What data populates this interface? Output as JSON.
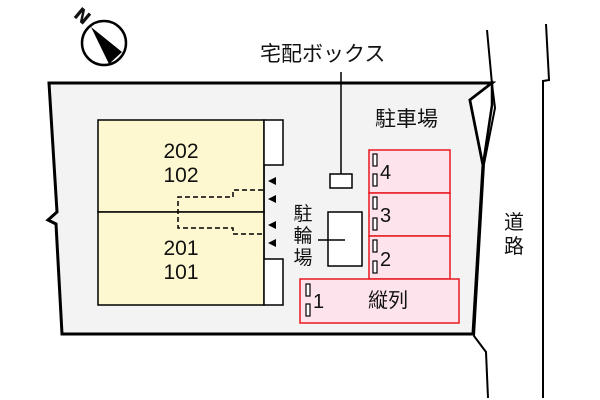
{
  "compass": {
    "label": "N",
    "icon": "north-arrow-icon"
  },
  "labels": {
    "delivery_box": "宅配ボックス",
    "parking": "駐車場",
    "bicycle_parking": [
      "駐",
      "輪",
      "場"
    ],
    "road": [
      "道",
      "路"
    ]
  },
  "buildings": [
    {
      "name": "upper-unit",
      "rooms": [
        "202",
        "102"
      ]
    },
    {
      "name": "lower-unit",
      "rooms": [
        "201",
        "101"
      ]
    }
  ],
  "parking_slots": [
    {
      "number": "4"
    },
    {
      "number": "3"
    },
    {
      "number": "2"
    },
    {
      "number": "1",
      "note": "縦列"
    }
  ],
  "colors": {
    "lot_fill": "#f3f3f3",
    "building_fill": "#fdf8cf",
    "parking_fill": "#fde4ec",
    "parking_stroke": "#e8191f",
    "line": "#000000"
  }
}
